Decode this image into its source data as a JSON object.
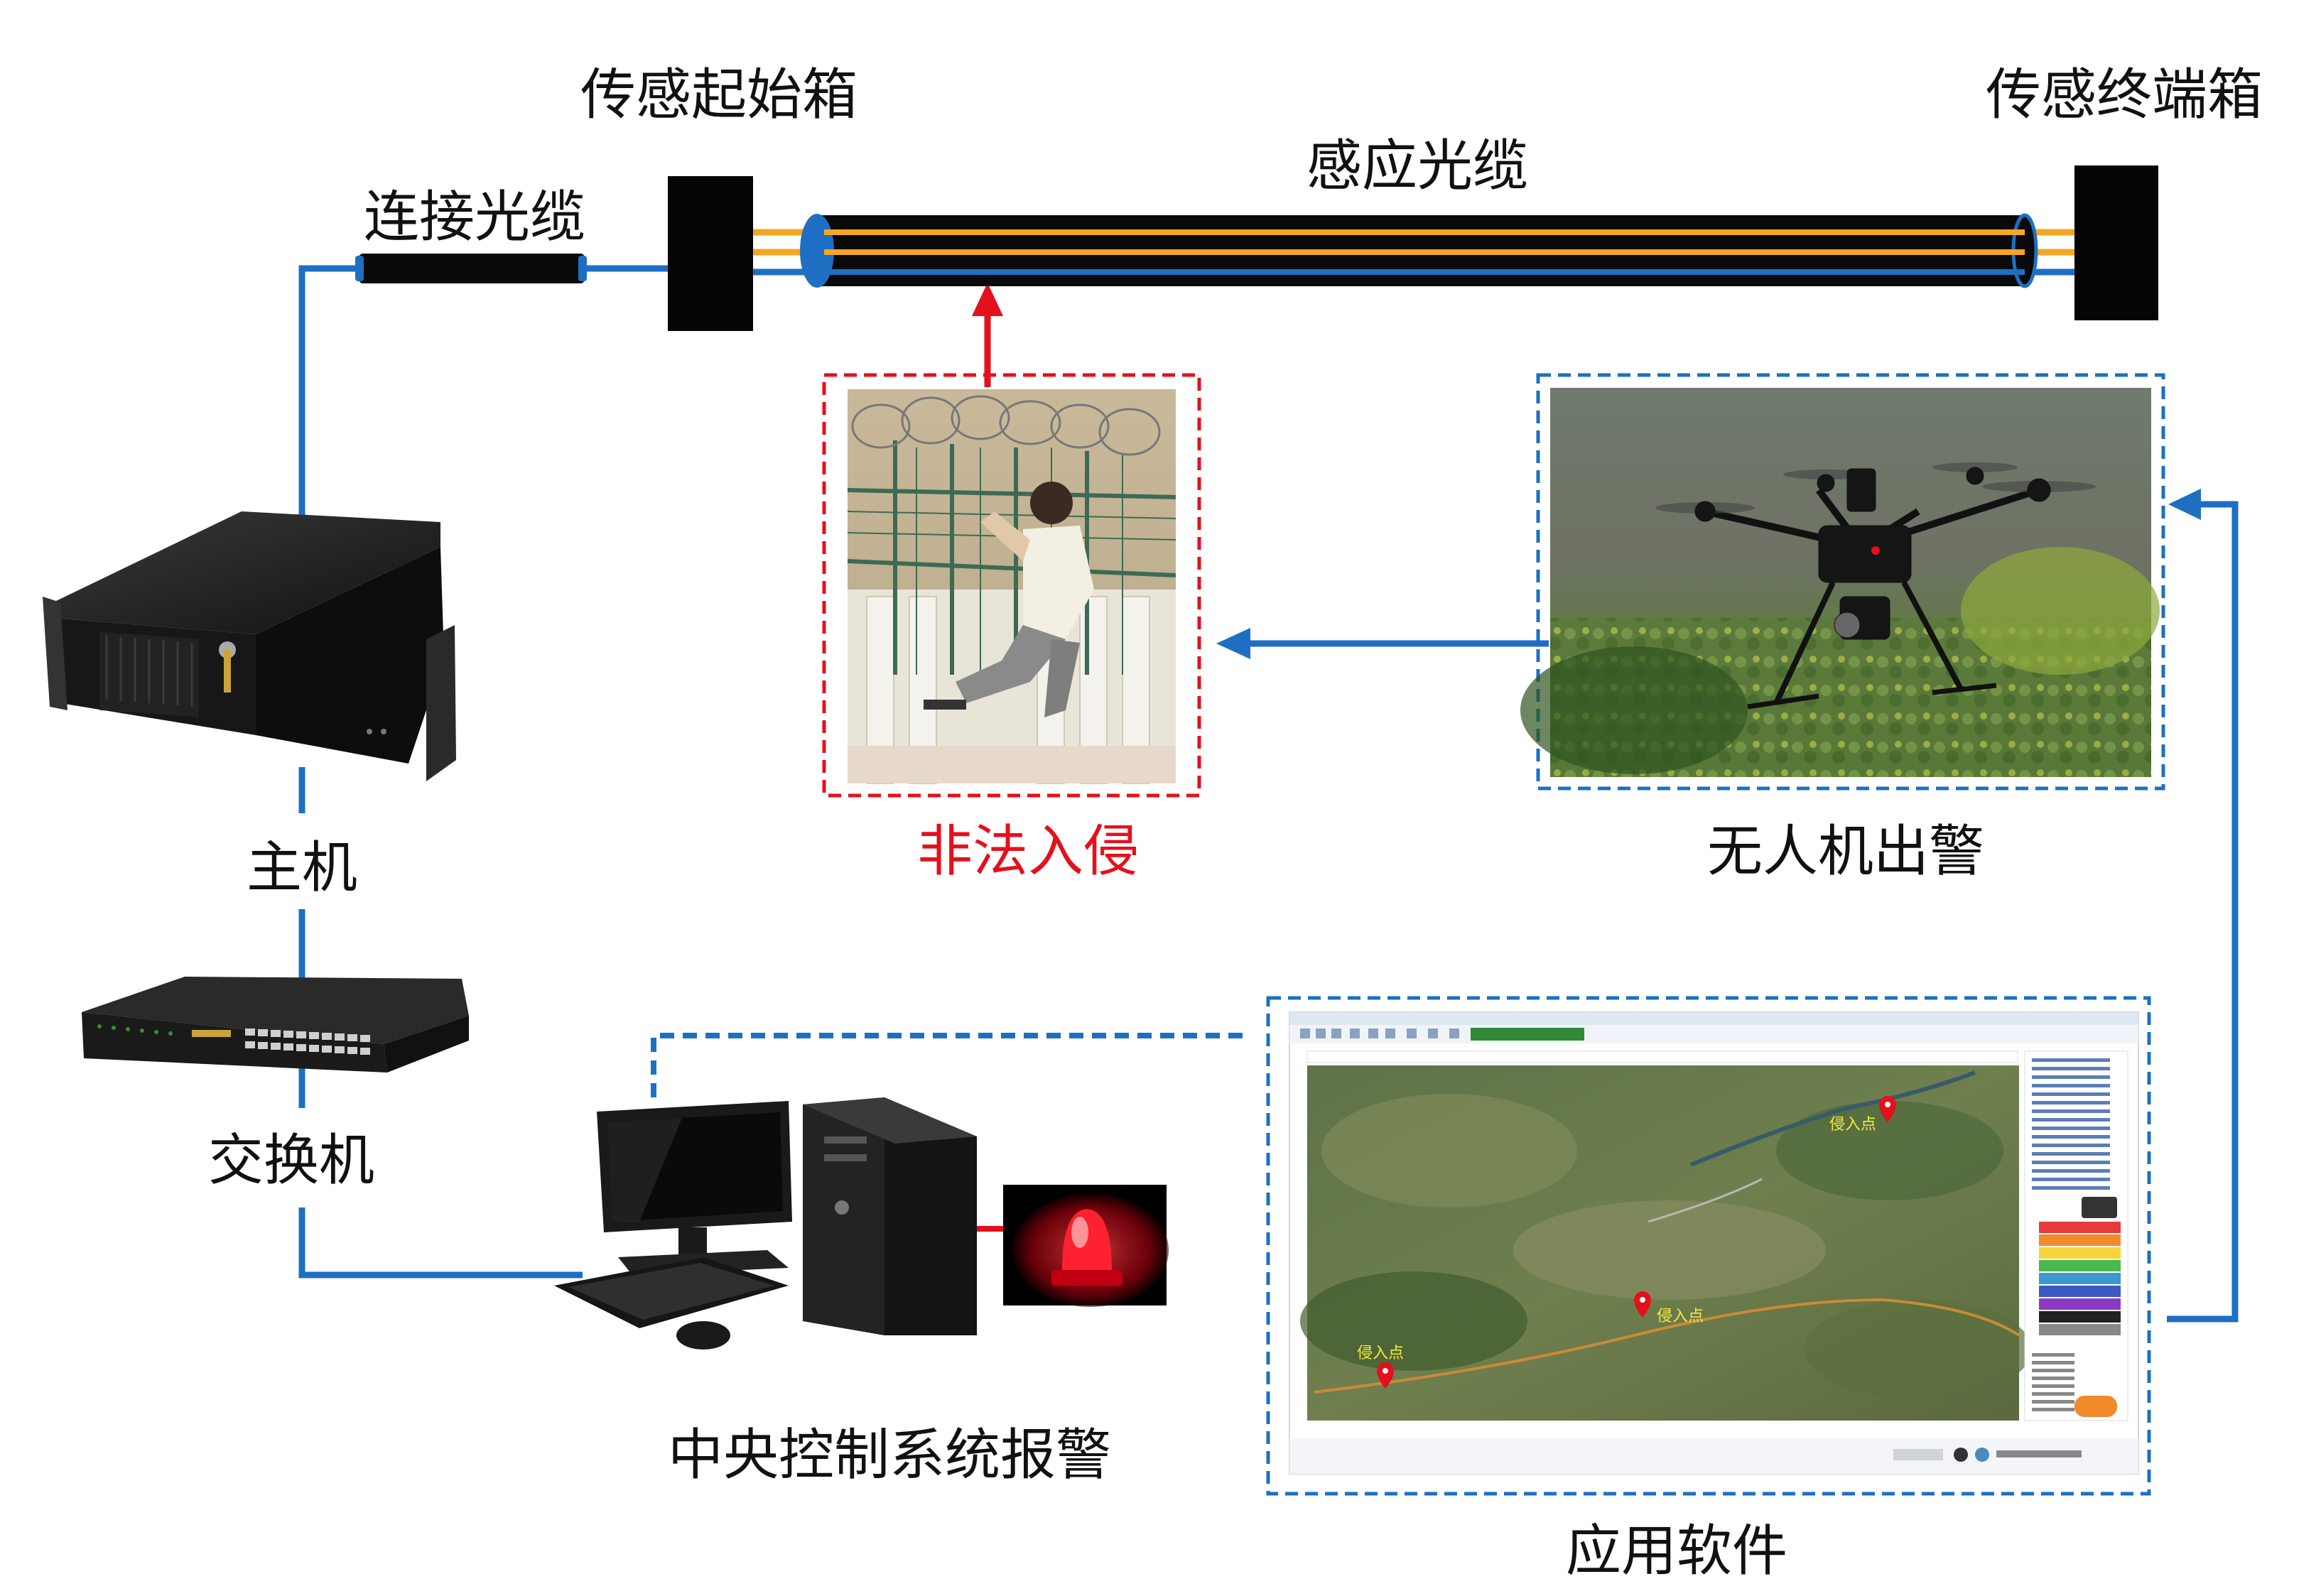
{
  "labels": {
    "sensor_start_box": "传感起始箱",
    "sensor_end_box": "传感终端箱",
    "connect_cable": "连接光缆",
    "sensing_cable": "感应光缆",
    "host": "主机",
    "switch": "交换机",
    "illegal_intrusion": "非法入侵",
    "drone_dispatch": "无人机出警",
    "central_alarm": "中央控制系统报警",
    "app_software": "应用软件"
  },
  "map": {
    "markers": [
      "侵入点",
      "侵入点",
      "侵入点"
    ]
  },
  "colors": {
    "line_blue": "#1e6fc4",
    "alert_red": "#e4101c",
    "fiber_orange": "#f5a623",
    "cable_black": "#0a0a0a"
  },
  "icons": [
    "red-arrow-up-icon",
    "blue-arrow-left-icon",
    "blue-arrow-up-icon",
    "siren-light-icon",
    "map-pin-icon"
  ]
}
